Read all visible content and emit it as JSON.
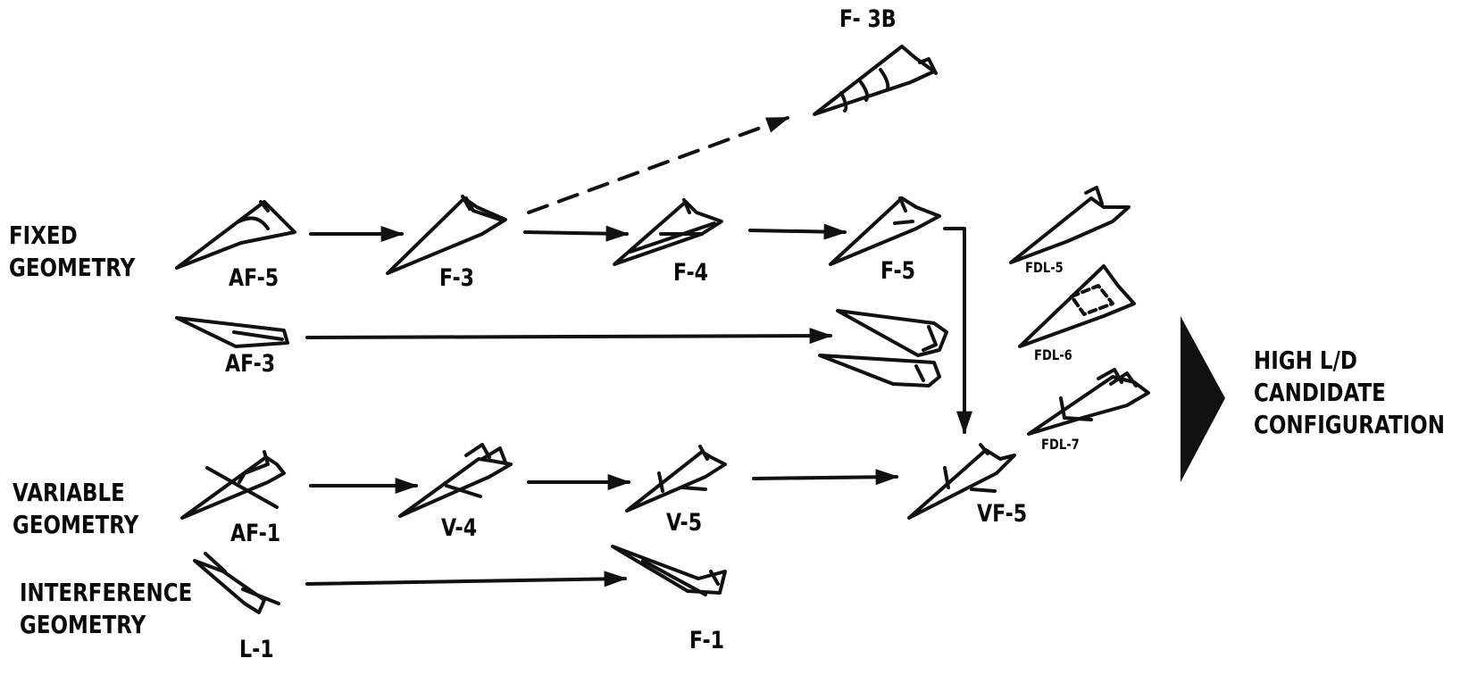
{
  "row_labels": {
    "fixed": [
      "FIXED",
      "GEOMETRY"
    ],
    "variable": [
      "VARIABLE",
      "GEOMETRY"
    ],
    "interference": [
      "INTERFERENCE",
      "GEOMETRY"
    ]
  },
  "vehicles": {
    "af5": "AF-5",
    "f3": "F-3",
    "f3b": "F- 3B",
    "f4": "F-4",
    "f5": "F-5",
    "af3": "AF-3",
    "fdl5": "FDL-5",
    "fdl6": "FDL-6",
    "fdl7": "FDL-7",
    "af1": "AF-1",
    "v4": "V-4",
    "v5": "V-5",
    "vf5": "VF-5",
    "l1": "L-1",
    "f1": "F-1"
  },
  "result": [
    "HIGH L/D",
    "CANDIDATE",
    "CONFIGURATION"
  ]
}
